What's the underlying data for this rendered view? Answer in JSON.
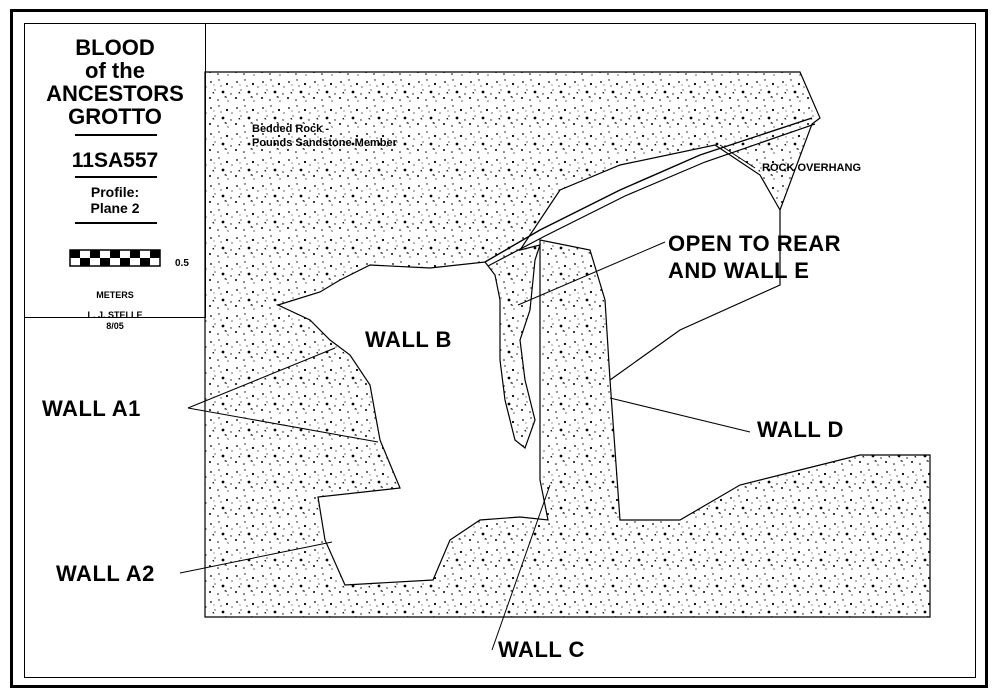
{
  "title_block": {
    "title_lines": [
      "BLOOD",
      "of the",
      "ANCESTORS",
      "GROTTO"
    ],
    "site_number": "11SA557",
    "profile_lines": [
      "Profile:",
      "Plane 2"
    ],
    "scale": {
      "start": "0",
      "end": "0.5",
      "units": "METERS"
    },
    "author_lines": [
      "L. J. STELLE",
      "8/05"
    ]
  },
  "labels": {
    "bedded_rock": [
      "Bedded Rock -",
      "Pounds Sandstone Member"
    ],
    "rock_overhang": "ROCK OVERHANG",
    "open_to_rear": [
      "OPEN TO REAR",
      "AND WALL E"
    ],
    "wall_b": "WALL B",
    "wall_a1": "WALL A1",
    "wall_a2": "WALL A2",
    "wall_c": "WALL C",
    "wall_d": "WALL D"
  }
}
